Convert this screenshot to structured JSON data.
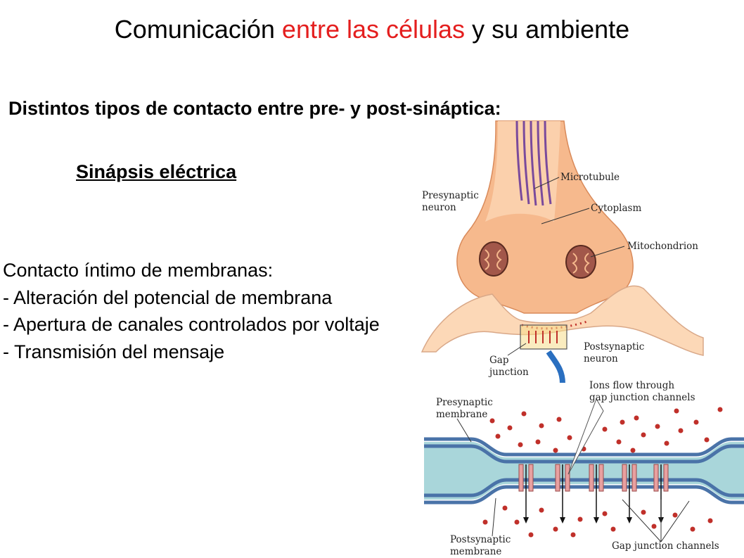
{
  "title": {
    "part1": "Comunicación ",
    "part2": "entre las células",
    "part3": " y su ambiente"
  },
  "subtitle": "Distintos tipos de contacto entre pre- y post-sináptica:",
  "heading": "Sinápsis eléctrica",
  "bullets": [
    "Contacto íntimo de membranas:",
    "- Alteración del potencial de membrana",
    "- Apertura de canales controlados por voltaje",
    "- Transmisión del mensaje"
  ],
  "figure": {
    "upper_labels": {
      "microtubule": "Microtubule",
      "presynaptic_1": "Presynaptic",
      "presynaptic_2": "neuron",
      "cytoplasm": "Cytoplasm",
      "mitochondrion": "Mitochondrion",
      "gap_1": "Gap",
      "gap_2": "junction",
      "post_1": "Postsynaptic",
      "post_2": "neuron"
    },
    "lower_labels": {
      "ions_1": "Ions flow through",
      "ions_2": "gap junction channels",
      "premem_1": "Presynaptic",
      "premem_2": "membrane",
      "postmem_1": "Postsynaptic",
      "postmem_2": "membrane",
      "channels": "Gap junction channels"
    },
    "colors": {
      "neuron": "#f6b98d",
      "neuron_light": "#fcd8b7",
      "microtubule": "#7a4a9c",
      "ion": "#c0302a",
      "membrane": "#4a73a8",
      "channel": "#e8a0a0",
      "gap_zone": "#f5dd8a"
    }
  }
}
